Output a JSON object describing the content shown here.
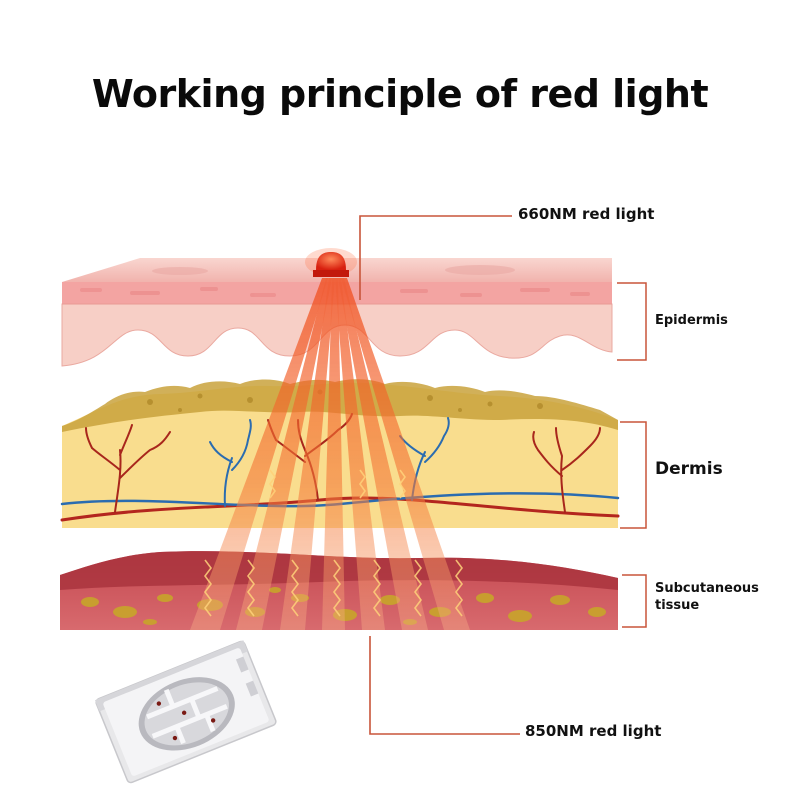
{
  "title": "Working principle of red light",
  "labels": {
    "red_660": "660NM red light",
    "epidermis": "Epidermis",
    "dermis": "Dermis",
    "subcutaneous_line1": "Subcutaneous",
    "subcutaneous_line2": "tissue",
    "red_850": "850NM red light"
  },
  "colors": {
    "leader_line": "#c8553a",
    "beam": "#f15a24",
    "epidermis": "#f6c6c0",
    "dermis": "#f9dc8a",
    "subcutaneous": "#c75a62",
    "fat_cells": "#c8a52a",
    "artery": "#b3261e",
    "vein": "#2b6cb0",
    "led": "#e8321e"
  }
}
